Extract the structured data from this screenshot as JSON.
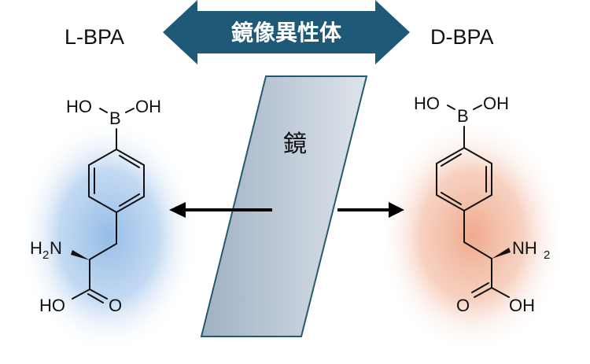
{
  "banner": {
    "text": "鏡像異性体",
    "color": "#1e5a78",
    "text_color": "#ffffff"
  },
  "mirror": {
    "label": "鏡",
    "fill_left": "#9fb1c4",
    "fill_right": "#dde3ea",
    "stroke": "#245a70"
  },
  "left_molecule": {
    "name": "L-BPA",
    "glow_color": "#8fb9e6",
    "atoms": {
      "ho_left": "HO",
      "oh_right": "OH",
      "boron": "B",
      "amine_h": "H",
      "amine_sub": "2",
      "amine_n": "N",
      "acid_ho": "HO",
      "acid_o": "O"
    }
  },
  "right_molecule": {
    "name": "D-BPA",
    "glow_color": "#eea07f",
    "atoms": {
      "ho_left": "HO",
      "oh_right": "OH",
      "boron": "B",
      "amine_nh": "NH",
      "amine_sub": "2",
      "acid_o": "O",
      "acid_oh": "OH"
    }
  }
}
